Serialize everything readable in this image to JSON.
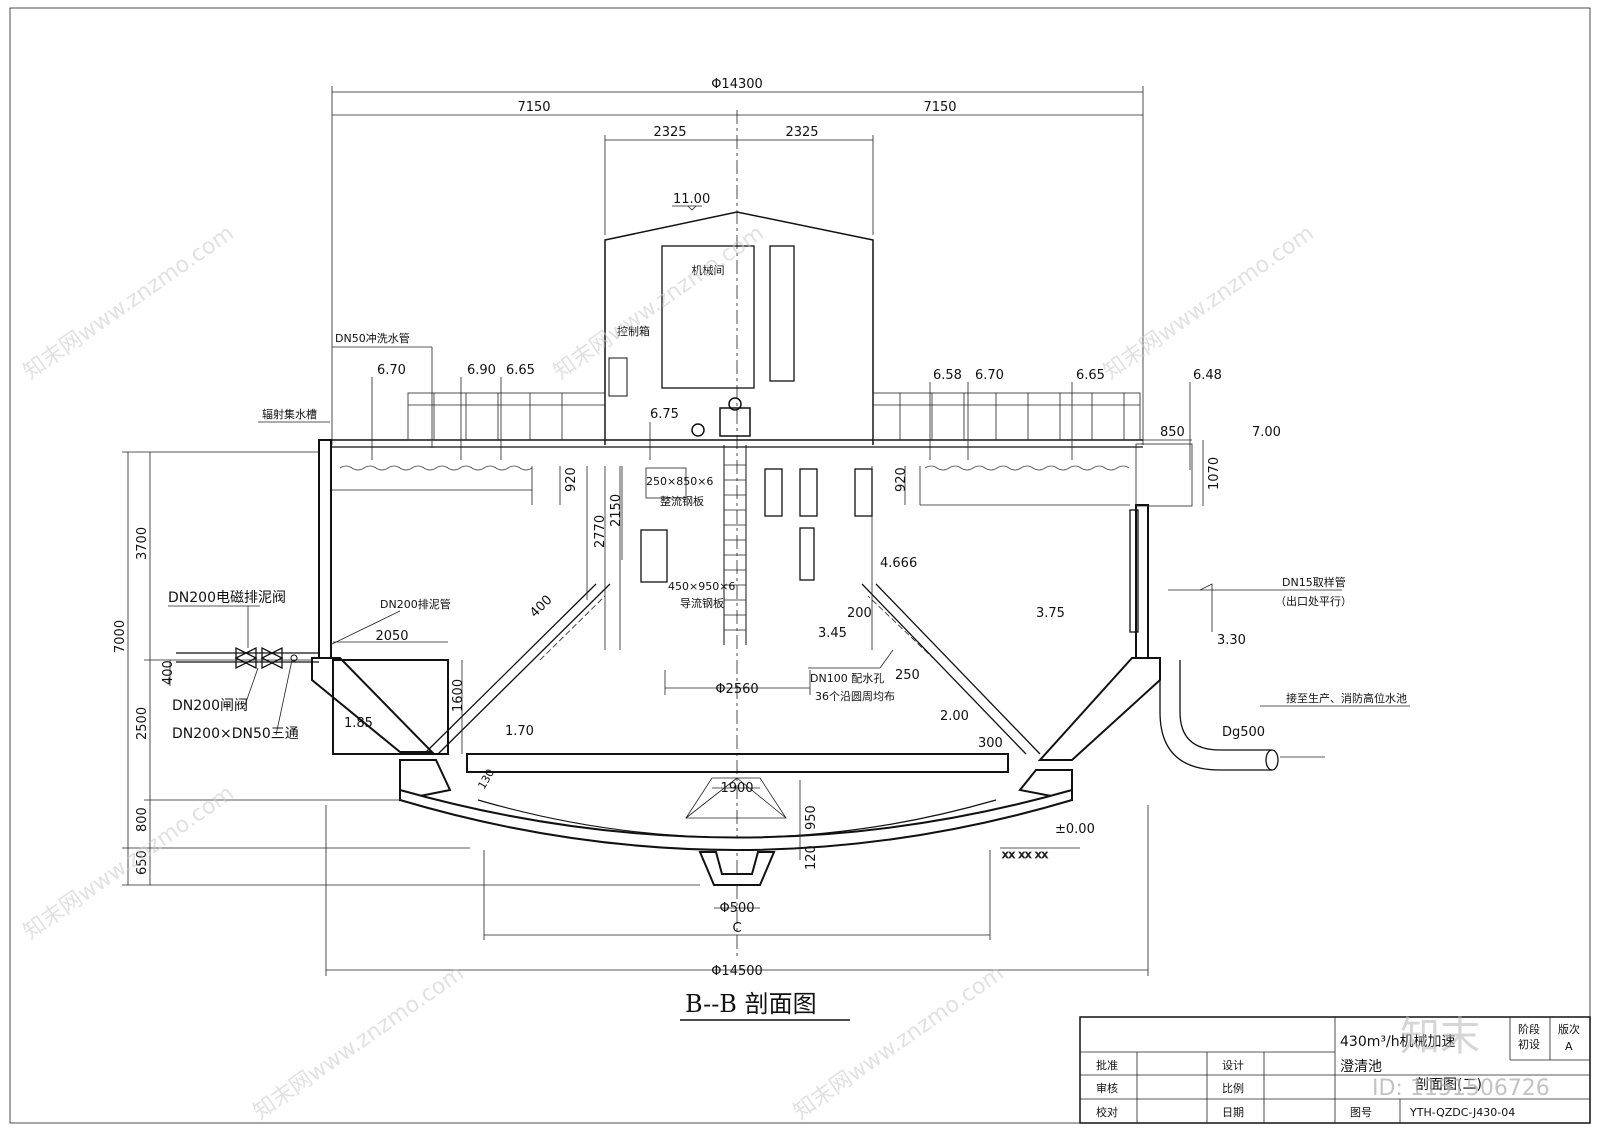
{
  "drawing": {
    "title": "B--B 剖面图",
    "dimensions": {
      "overall_top": "Φ14300",
      "left_half": "7150",
      "right_half": "7150",
      "mech_left": "2325",
      "mech_right": "2325",
      "inner_ring": "Φ2560",
      "bottom_outer": "Φ14500",
      "bottom_c": "C",
      "outlet": "Φ500",
      "d_850": "850",
      "d_1070": "1070",
      "d_920_l": "920",
      "d_920_r": "920",
      "d_2150": "2150",
      "d_2770": "2770",
      "d_1600": "1600",
      "d_2050": "2050",
      "d_400_pipe": "400",
      "d_400_slope": "400",
      "d_3700": "3700",
      "d_7000": "7000",
      "d_2500": "2500",
      "d_800": "800",
      "d_650": "650",
      "d_1900": "1900",
      "d_950": "950",
      "d_120": "120",
      "d_200": "200",
      "d_250": "250",
      "d_300": "300",
      "d_130": "130"
    },
    "elevations": {
      "e1100": "11.00",
      "e670_l": "6.70",
      "e690": "6.90",
      "e665_l": "6.65",
      "e675": "6.75",
      "e658": "6.58",
      "e670_r": "6.70",
      "e665_r": "6.65",
      "e648": "6.48",
      "e700": "7.00",
      "e4666": "4.666",
      "e375": "3.75",
      "e345": "3.45",
      "e330": "3.30",
      "e200": "2.00",
      "e185": "1.85",
      "e170": "1.70",
      "e000": "±0.00"
    },
    "labels": {
      "machine_room": "机械间",
      "control_box": "控制箱",
      "flush_pipe": "DN50冲洗水管",
      "radial_trough": "辐射集水槽",
      "baffle1_size": "250×850×6",
      "baffle1_name": "整流钢板",
      "baffle2_size": "450×950×6",
      "baffle2_name": "导流钢板",
      "sludge_valve": "DN200电磁排泥阀",
      "sludge_pipe": "DN200排泥管",
      "gate_valve": "DN200闸阀",
      "tee": "DN200×DN50三通",
      "dist_hole": "DN100 配水孔",
      "dist_hole_note": "36个沿圆周均布",
      "sample_pipe": "DN15取样管",
      "sample_note": "（出口处平行）",
      "outlet_note": "接至生产、消防高位水池",
      "dg500": "Dg500"
    },
    "title_block": {
      "project": "430m³/h机械加速",
      "subject": "澄清池",
      "sheet_name": "剖面图(二)",
      "stage_label": "阶段",
      "stage_value": "初设",
      "rev_label": "版次",
      "rev_value": "A",
      "approve": "批准",
      "review": "审核",
      "check": "校对",
      "design": "设计",
      "scale": "比例",
      "date": "日期",
      "drawing_no_label": "图号",
      "drawing_no": "YTH-QZDC-J430-04"
    },
    "watermark": {
      "brand": "知末",
      "id": "ID: 1151506726",
      "repeat": "知末网www.znzmo.com"
    }
  }
}
